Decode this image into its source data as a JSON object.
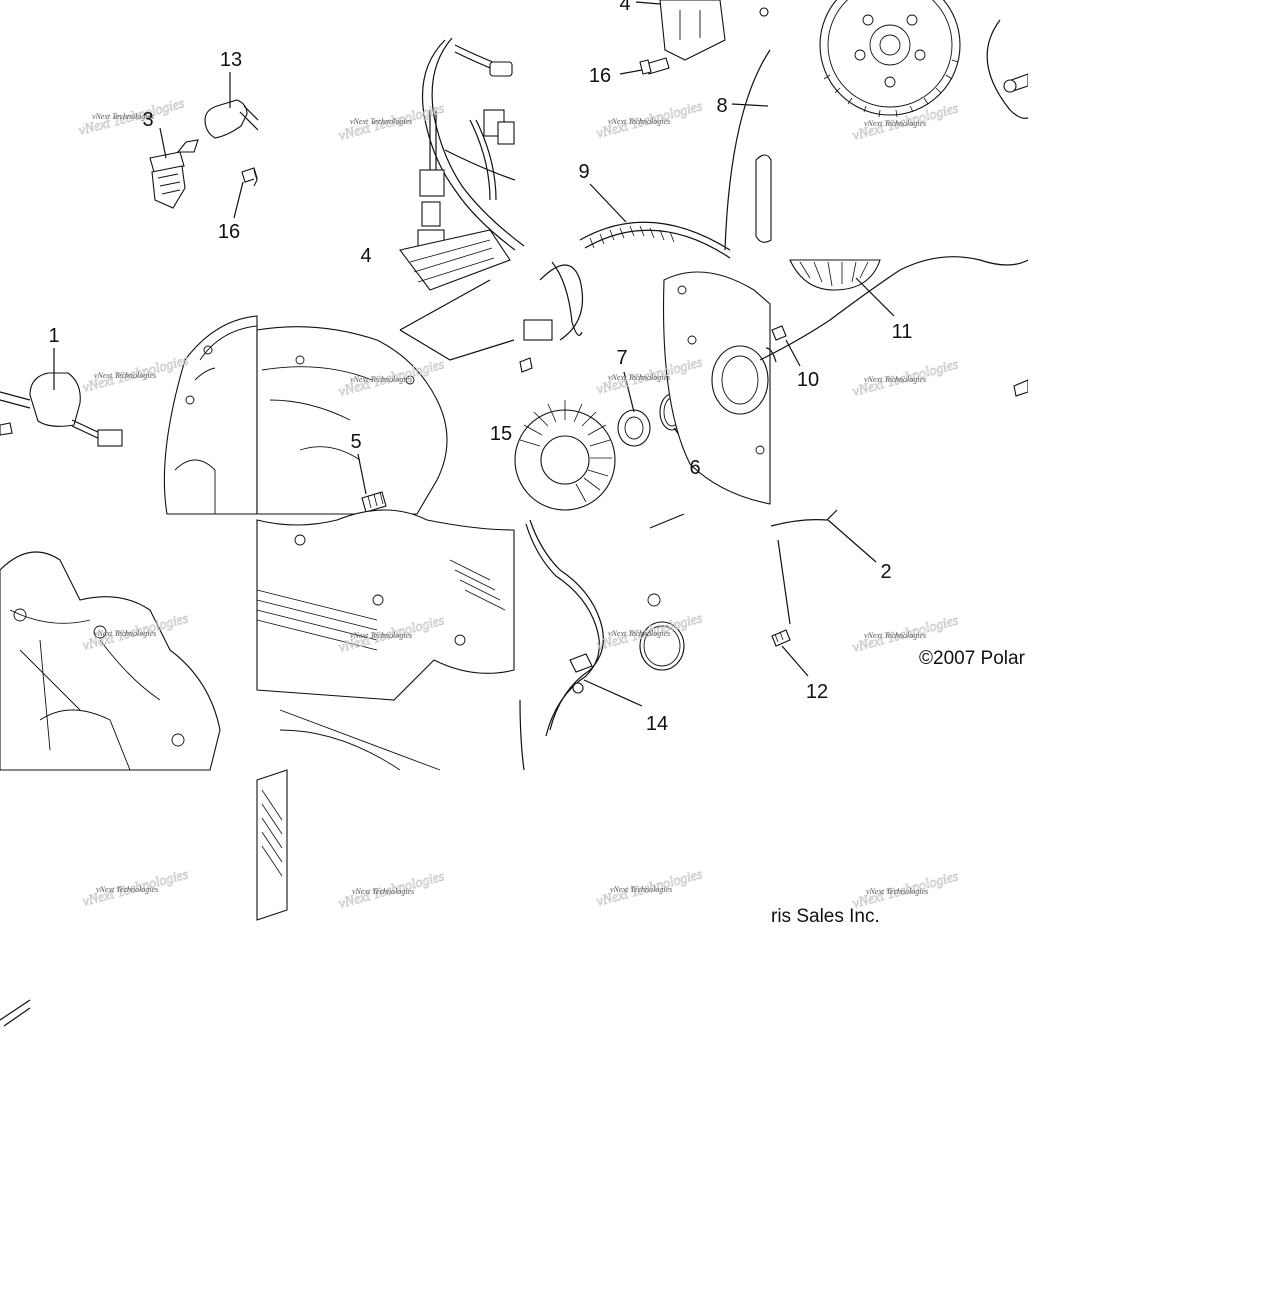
{
  "callouts": [
    {
      "id": "c1",
      "label": "1"
    },
    {
      "id": "c2",
      "label": "2"
    },
    {
      "id": "c3",
      "label": "3"
    },
    {
      "id": "c4a",
      "label": "4"
    },
    {
      "id": "c4b",
      "label": "4"
    },
    {
      "id": "c5",
      "label": "5"
    },
    {
      "id": "c6",
      "label": "6"
    },
    {
      "id": "c7",
      "label": "7"
    },
    {
      "id": "c8",
      "label": "8"
    },
    {
      "id": "c9",
      "label": "9"
    },
    {
      "id": "c10",
      "label": "10"
    },
    {
      "id": "c11",
      "label": "11"
    },
    {
      "id": "c12",
      "label": "12"
    },
    {
      "id": "c13",
      "label": "13"
    },
    {
      "id": "c14",
      "label": "14"
    },
    {
      "id": "c15",
      "label": "15"
    },
    {
      "id": "c16a",
      "label": "16"
    },
    {
      "id": "c16b",
      "label": "16"
    }
  ],
  "copyright": {
    "part1": "©2007 Polar",
    "part2": "ris Sales Inc."
  },
  "watermark": {
    "text": "vNext Technologies"
  },
  "colors": {
    "background": "#ffffff",
    "ink": "#111111",
    "watermark": "#c8c8c8"
  }
}
